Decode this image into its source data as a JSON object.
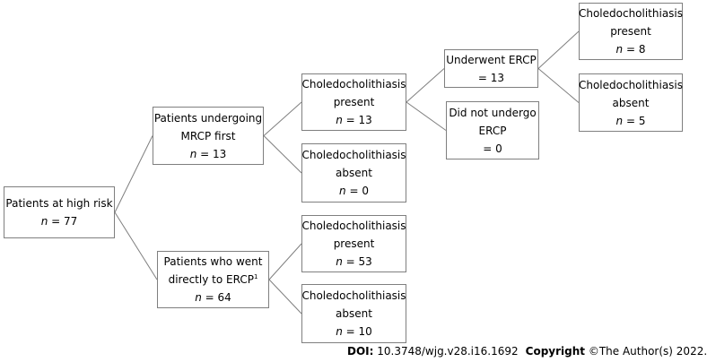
{
  "nodes": [
    {
      "id": "root",
      "lines": [
        "Patients at high risk"
      ],
      "n_symbol": "n",
      "n_eq": " = 77"
    },
    {
      "id": "mrcp",
      "lines": [
        "Patients undergoing",
        "MRCP first"
      ],
      "n_symbol": "n",
      "n_eq": " = 13"
    },
    {
      "id": "direct",
      "lines": [
        "Patients who went",
        "directly to ERCP"
      ],
      "sup": "1",
      "n_symbol": "n",
      "n_eq": " = 64"
    },
    {
      "id": "mrcp_present",
      "lines": [
        "Choledocholithiasis",
        "present"
      ],
      "n_symbol": "n",
      "n_eq": " = 13"
    },
    {
      "id": "mrcp_absent",
      "lines": [
        "Choledocholithiasis",
        "absent"
      ],
      "n_symbol": "n",
      "n_eq": " = 0"
    },
    {
      "id": "direct_present",
      "lines": [
        "Choledocholithiasis",
        "present"
      ],
      "n_symbol": "n",
      "n_eq": " = 53"
    },
    {
      "id": "direct_absent",
      "lines": [
        "Choledocholithiasis",
        "absent"
      ],
      "n_symbol": "n",
      "n_eq": " = 10"
    },
    {
      "id": "underwent",
      "lines": [
        "Underwent ERCP"
      ],
      "n_symbol": "",
      "n_eq": "= 13"
    },
    {
      "id": "notundergo",
      "lines": [
        "Did not undergo",
        "ERCP"
      ],
      "n_symbol": "",
      "n_eq": "= 0"
    },
    {
      "id": "ercp_present",
      "lines": [
        "Choledocholithiasis",
        "present"
      ],
      "n_symbol": "n",
      "n_eq": " = 8"
    },
    {
      "id": "ercp_absent",
      "lines": [
        "Choledocholithiasis",
        "absent"
      ],
      "n_symbol": "n",
      "n_eq": " = 5"
    }
  ],
  "edges": [
    [
      "root",
      "mrcp"
    ],
    [
      "root",
      "direct"
    ],
    [
      "mrcp",
      "mrcp_present"
    ],
    [
      "mrcp",
      "mrcp_absent"
    ],
    [
      "direct",
      "direct_present"
    ],
    [
      "direct",
      "direct_absent"
    ],
    [
      "mrcp_present",
      "underwent"
    ],
    [
      "mrcp_present",
      "notundergo"
    ],
    [
      "underwent",
      "ercp_present"
    ],
    [
      "underwent",
      "ercp_absent"
    ]
  ],
  "footer": {
    "doi_label": "DOI:",
    "doi_value": " 10.3748/wjg.v28.i16.1692",
    "copyright_label": "Copyright",
    "copyright_value": " ©The Author(s) 2022."
  },
  "colors": {
    "border": "#7f7f7f",
    "edge": "#7f7f7f"
  }
}
